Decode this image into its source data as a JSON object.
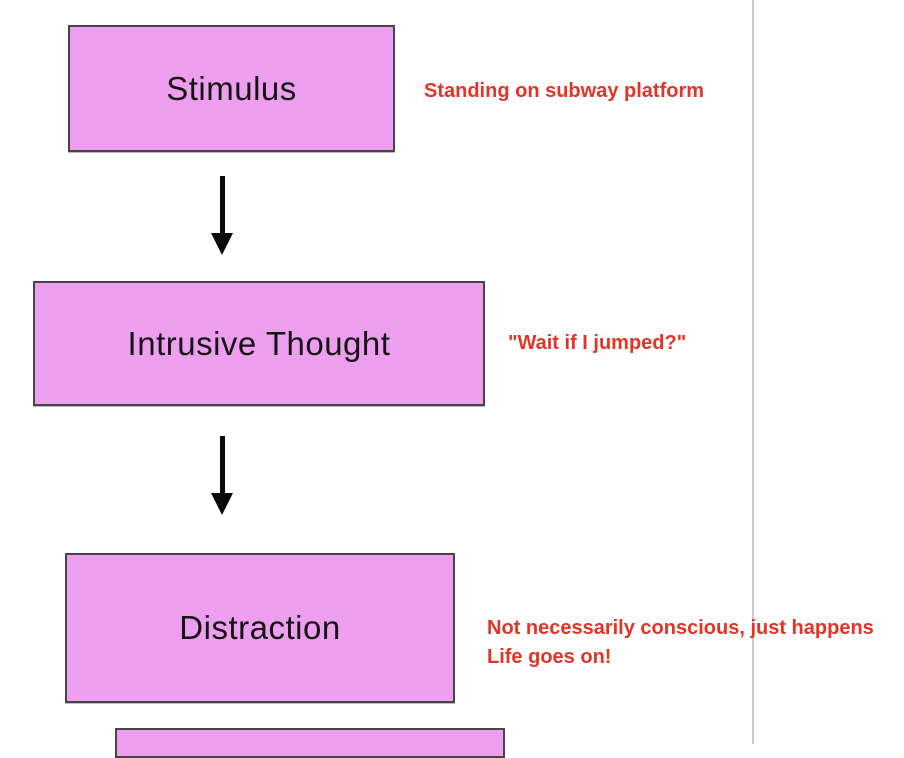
{
  "canvas": {
    "background": "#ffffff",
    "divider_color": "#c9c9c9"
  },
  "flowchart": {
    "box_fill": "#ee9eef",
    "box_border": "#454545",
    "label_color": "#141414",
    "annotation_color": "#e23528",
    "nodes": [
      {
        "id": "stimulus",
        "label": "Stimulus"
      },
      {
        "id": "intrusive-thought",
        "label": "Intrusive Thought"
      },
      {
        "id": "distraction",
        "label": "Distraction"
      }
    ],
    "arrows": [
      {
        "from": "stimulus",
        "to": "intrusive-thought",
        "direction": "down"
      },
      {
        "from": "intrusive-thought",
        "to": "distraction",
        "direction": "down"
      }
    ],
    "annotations": [
      {
        "for": "stimulus",
        "line1": "Standing on subway platform"
      },
      {
        "for": "intrusive-thought",
        "line1": "\"Wait if I jumped?\""
      },
      {
        "for": "distraction",
        "line1": "Not necessarily conscious, just happens",
        "line2": "Life goes on!"
      }
    ],
    "cutoff_box": {
      "note": "partially visible box at bottom edge",
      "label": ""
    }
  }
}
